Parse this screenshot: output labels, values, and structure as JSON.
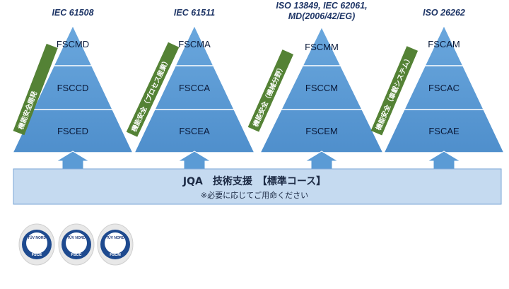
{
  "pyramids": [
    {
      "standard_lines": [
        "IEC 61508"
      ],
      "tiers": [
        "FSCMD",
        "FSCCD",
        "FSCED"
      ],
      "side_label": "機能安全開発"
    },
    {
      "standard_lines": [
        "IEC 61511"
      ],
      "tiers": [
        "FSCMA",
        "FSCCA",
        "FSCEA"
      ],
      "side_label": "機能安全（プロセス産業）"
    },
    {
      "standard_lines": [
        "ISO 13849, IEC 62061,",
        "MD(2006/42/EG)"
      ],
      "tiers": [
        "FSCMM",
        "FSCCM",
        "FSCEM"
      ],
      "side_label": "機能安全（機械分野）"
    },
    {
      "standard_lines": [
        "ISO 26262"
      ],
      "tiers": [
        "FSCAM",
        "FSCAC",
        "FSCAE"
      ],
      "side_label": "機能安全（車載システム）"
    }
  ],
  "support_band": {
    "title": "JQA　技術支援　【標準コース】",
    "note": "※必要に応じてご用命ください"
  },
  "badges": [
    {
      "org": "TÜV NORD",
      "code": "FSCE"
    },
    {
      "org": "TÜV NORD",
      "code": "FSCC"
    },
    {
      "org": "TÜV NORD",
      "code": "FSCM"
    }
  ],
  "colors": {
    "pyramid_fill": "#5b9bd5",
    "pyramid_border": "#ffffff",
    "tag_fill": "#548235",
    "band_fill": "#c5daf0",
    "band_border": "#7aa6d6",
    "arrow_fill": "#5b9bd5",
    "badge_ring": "#1e4a8f"
  }
}
